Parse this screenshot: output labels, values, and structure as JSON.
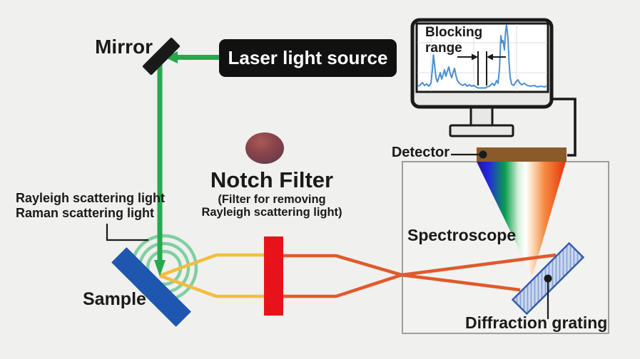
{
  "labels": {
    "mirror": "Mirror",
    "laser_source": "Laser light source",
    "blocking_range": "Blocking range",
    "detector": "Detector",
    "spectroscope": "Spectroscope",
    "diffraction_grating": "Diffraction grating",
    "notch_filter_title": "Notch Filter",
    "notch_filter_subtitle": "(Filter for removing Rayleigh scattering light)",
    "rayleigh_light": "Rayleigh scattering light",
    "raman_light": "Raman scattering light",
    "sample": "Sample"
  },
  "colors": {
    "background": "#f0f0ee",
    "ink_black": "#1a1a1a",
    "laser_green": "#27a84f",
    "scatter_ring_green": "#7fcfa0",
    "sample_blue": "#1e56b0",
    "filter_red": "#e8131a",
    "pre_filter_beam_yellow": "#f2bd3f",
    "post_filter_beam_orange": "#e05a2b",
    "detector_brown": "#8a5a2b",
    "grating_fill": "#ccd9f0",
    "grating_stripe": "#8aa4d6",
    "grating_border": "#3a5dac",
    "spectrum_line_blue": "#4a8fd0",
    "box_border_gray": "#8a8a8a",
    "spectroscope_fill": "#f2f2f1",
    "monitor_bezel": "#e8e8e7",
    "chart_grid_gray": "#dcdcdc"
  }
}
